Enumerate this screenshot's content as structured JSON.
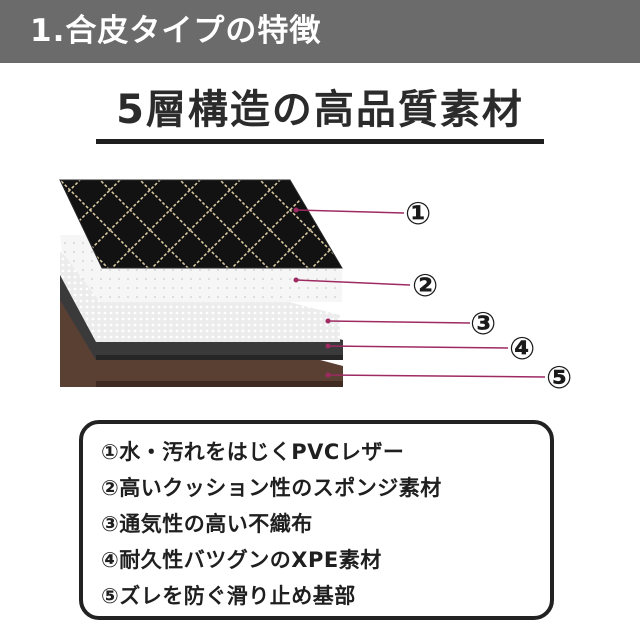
{
  "header": {
    "title": "1.合皮タイプの特徴"
  },
  "section": {
    "title": "5層構造の高品質素材"
  },
  "diagram": {
    "markers": [
      "①",
      "②",
      "③",
      "④",
      "⑤"
    ],
    "layers": [
      {
        "name": "PVCレザー",
        "color": "#111111",
        "stitch_color": "#d9c9a3"
      },
      {
        "name": "スポンジ",
        "color": "#f3f3f3"
      },
      {
        "name": "不織布",
        "color": "#e9e9e9"
      },
      {
        "name": "XPE",
        "color": "#3a3a3a"
      },
      {
        "name": "基部",
        "color": "#5a3f33"
      }
    ],
    "leader_color": "#9e2a62"
  },
  "features": [
    "①水・汚れをはじくPVCレザー",
    "②高いクッション性のスポンジ素材",
    "③通気性の高い不織布",
    "④耐久性バツグンのXPE素材",
    "⑤ズレを防ぐ滑り止め基部"
  ]
}
